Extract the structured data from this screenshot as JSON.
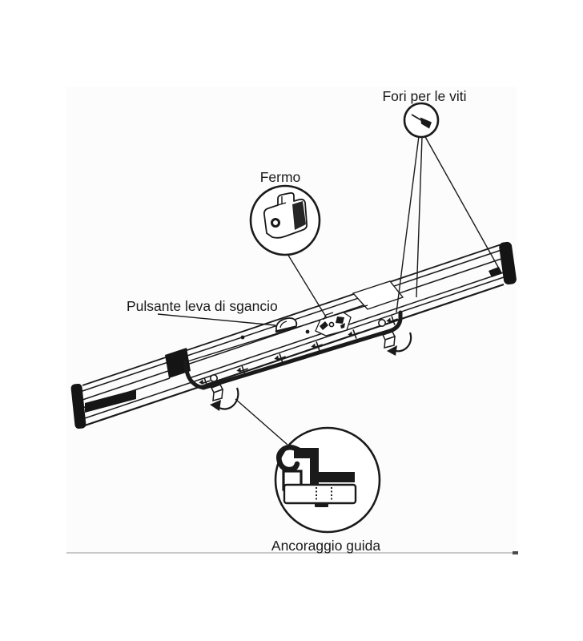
{
  "diagram": {
    "kind": "technical-illustration",
    "subject": "telescopic-guide-rail-assembly",
    "labels": {
      "screw_holes": "Fori per le viti",
      "stop": "Fermo",
      "release_lever": "Pulsante leva di sgancio",
      "guide_anchor": "Ancoraggio guida"
    },
    "icons": {
      "screw": "screw-icon",
      "stop_clip": "stop-clip-icon",
      "anchor_hook": "anchor-hook-icon"
    },
    "colors": {
      "ink": "#1a1a1a",
      "background": "#ffffff",
      "frame_line": "#b8b8b8"
    }
  }
}
